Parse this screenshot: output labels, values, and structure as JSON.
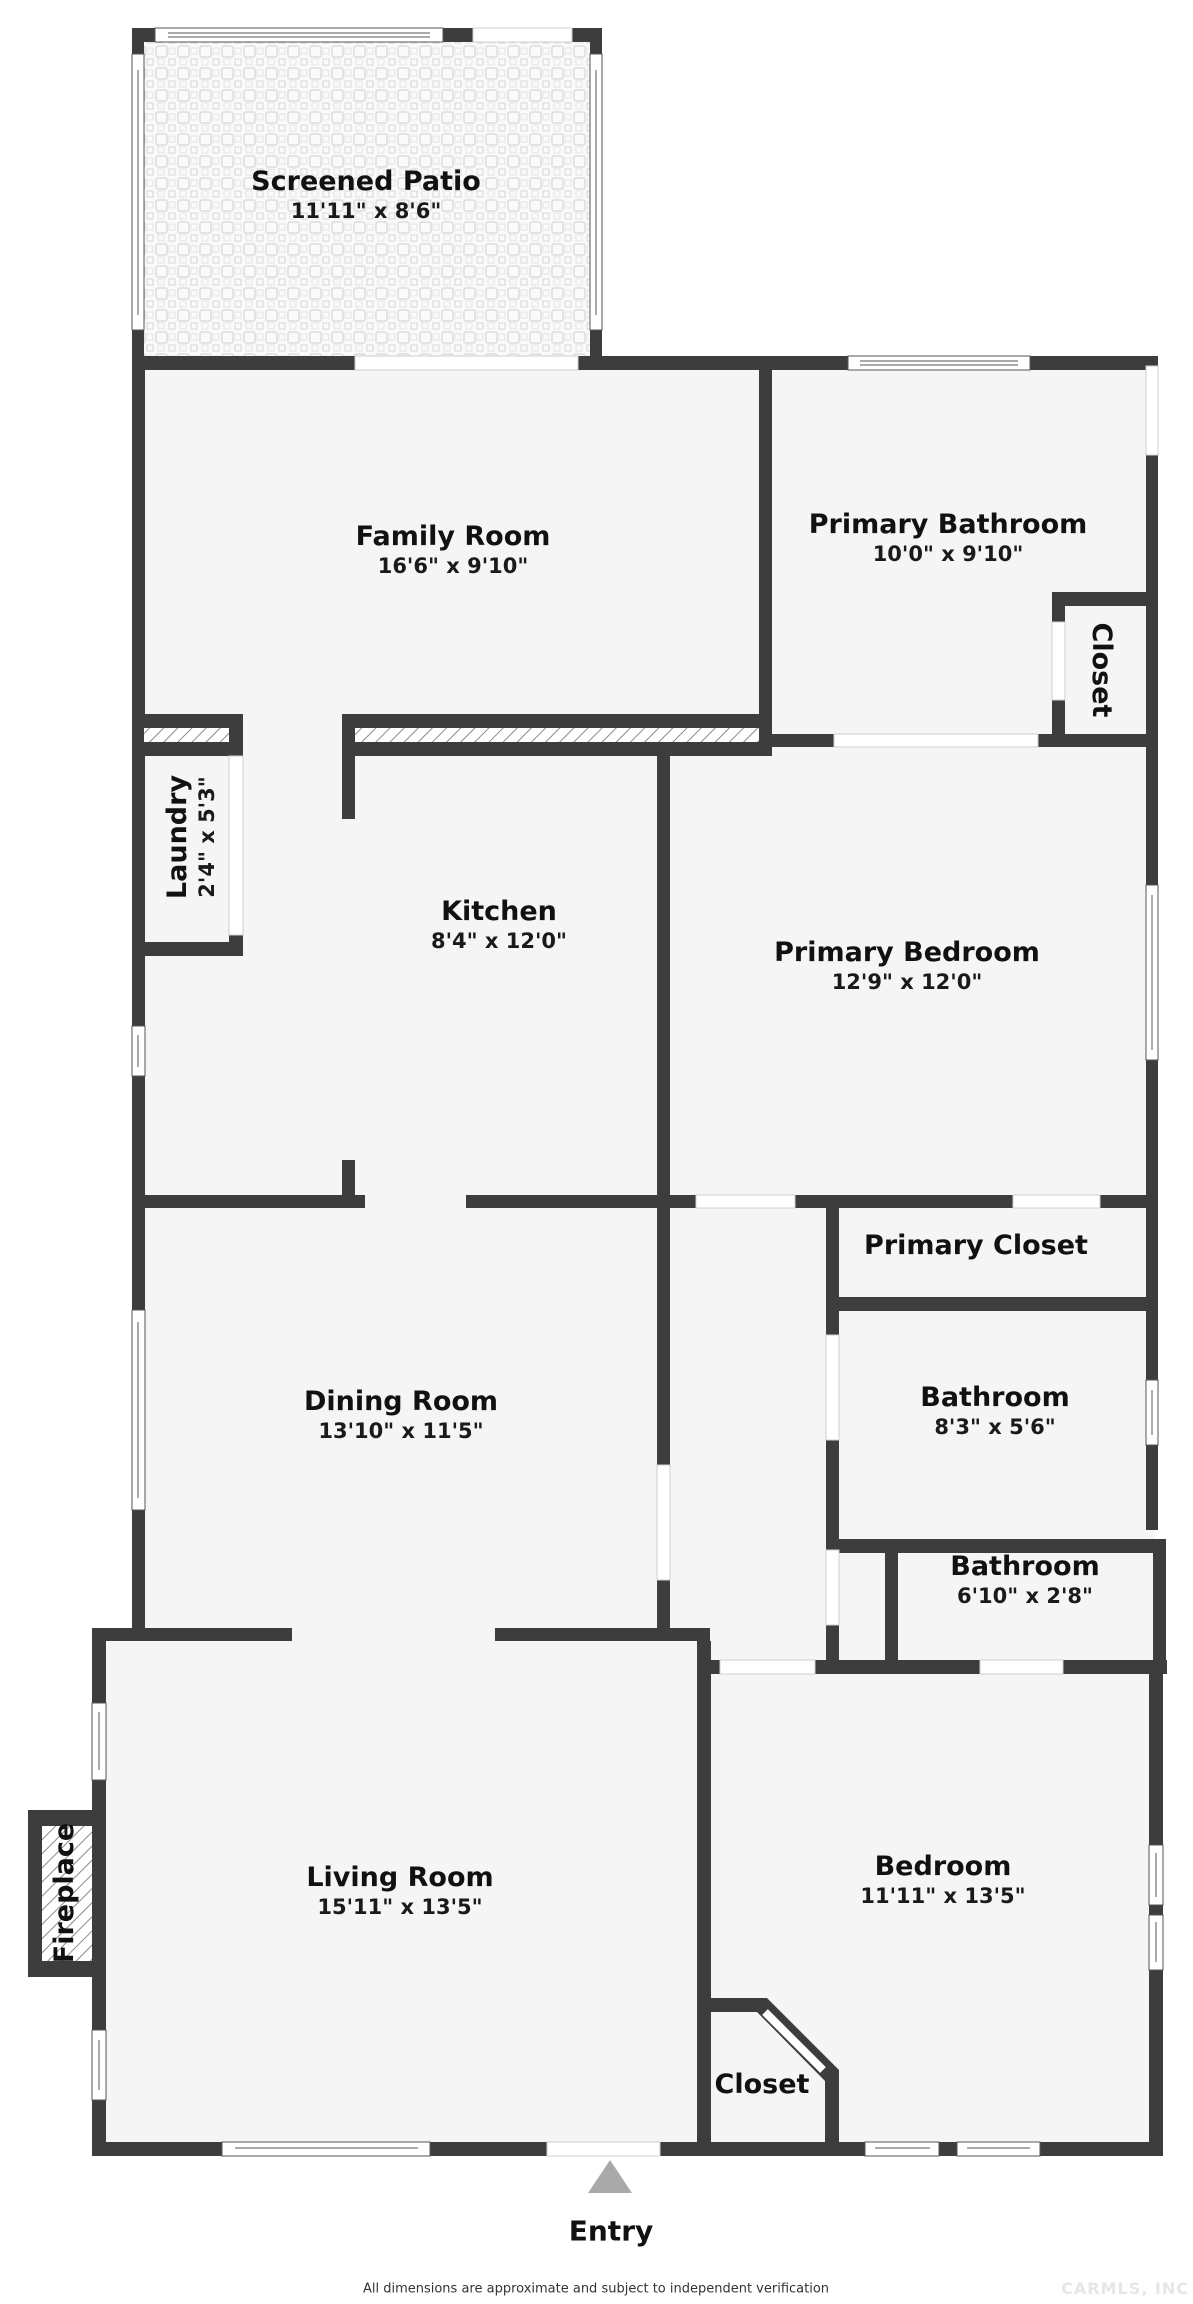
{
  "colors": {
    "wall": "#3d3d3d",
    "floor": "#f5f5f5",
    "patio_tile": "#e2e2e2",
    "hatch": "#9a9a9a",
    "entry_arrow": "#a9a9a9",
    "text": "#111111"
  },
  "rooms": [
    {
      "id": "screened-patio",
      "name": "Screened Patio",
      "dimensions": "11'11\" x 8'6\""
    },
    {
      "id": "family-room",
      "name": "Family Room",
      "dimensions": "16'6\" x 9'10\""
    },
    {
      "id": "primary-bathroom",
      "name": "Primary Bathroom",
      "dimensions": "10'0\" x 9'10\""
    },
    {
      "id": "primary-bath-closet",
      "name": "Closet",
      "dimensions": ""
    },
    {
      "id": "laundry",
      "name": "Laundry",
      "dimensions": "2'4\" x 5'3\""
    },
    {
      "id": "kitchen",
      "name": "Kitchen",
      "dimensions": "8'4\" x 12'0\""
    },
    {
      "id": "primary-bedroom",
      "name": "Primary Bedroom",
      "dimensions": "12'9\" x 12'0\""
    },
    {
      "id": "primary-closet",
      "name": "Primary Closet",
      "dimensions": ""
    },
    {
      "id": "dining-room",
      "name": "Dining Room",
      "dimensions": "13'10\" x 11'5\""
    },
    {
      "id": "bathroom-1",
      "name": "Bathroom",
      "dimensions": "8'3\" x 5'6\""
    },
    {
      "id": "bathroom-2",
      "name": "Bathroom",
      "dimensions": "6'10\" x 2'8\""
    },
    {
      "id": "living-room",
      "name": "Living Room",
      "dimensions": "15'11\" x 13'5\""
    },
    {
      "id": "fireplace",
      "name": "Fireplace",
      "dimensions": ""
    },
    {
      "id": "bedroom",
      "name": "Bedroom",
      "dimensions": "11'11\" x 13'5\""
    },
    {
      "id": "bedroom-closet",
      "name": "Closet",
      "dimensions": ""
    }
  ],
  "entry": {
    "label": "Entry",
    "icon": "entry-arrow-up-icon"
  },
  "footer": {
    "disclaimer": "All dimensions are approximate and subject to independent verification"
  },
  "watermark": {
    "text": "CARMLS, INC"
  }
}
